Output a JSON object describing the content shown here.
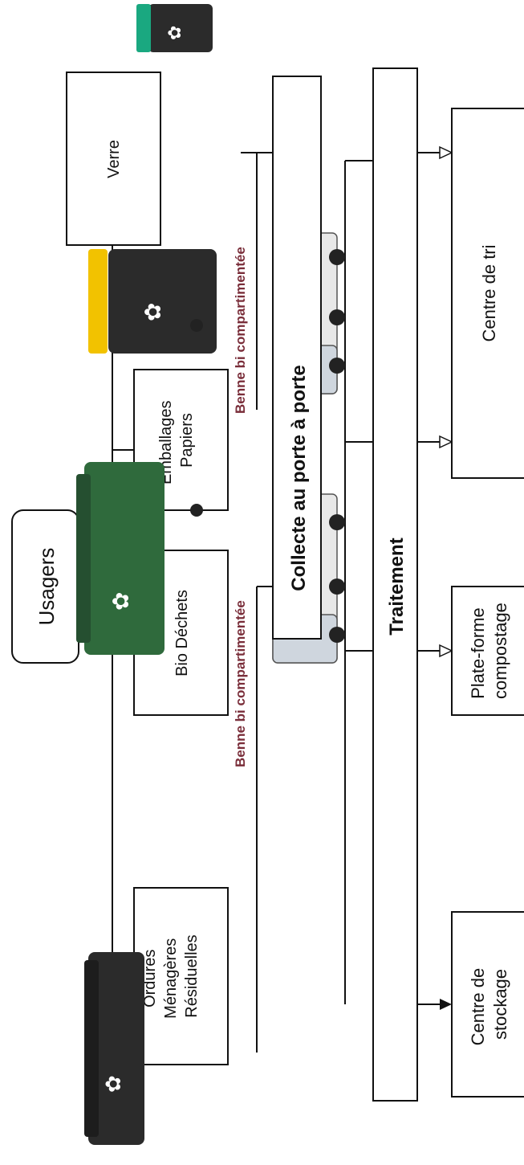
{
  "diagram": {
    "root": "Usagers",
    "streams": [
      [
        "Ordures",
        "Ménagères",
        "Résiduelles"
      ],
      [
        "Bio Déchets"
      ],
      [
        "Emballages",
        "Papiers"
      ],
      [
        "Verre"
      ]
    ],
    "trucks": [
      "Benne bi compartimentée",
      "Benne bi compartimentée"
    ],
    "collection": "Collecte au porte à porte",
    "treatment": "Traitement",
    "destinations": [
      [
        "Centre de",
        "stockage"
      ],
      [
        "Plate-forme",
        "compostage"
      ],
      [
        "Centre de tri"
      ]
    ]
  },
  "colors": {
    "line": "#111111",
    "truck_label": "#7a2e3a",
    "bin_dark": "#2b2b2b",
    "bin_green": "#2f6a3c",
    "lid_yellow": "#f2c200",
    "lid_teal": "#1aa880"
  }
}
